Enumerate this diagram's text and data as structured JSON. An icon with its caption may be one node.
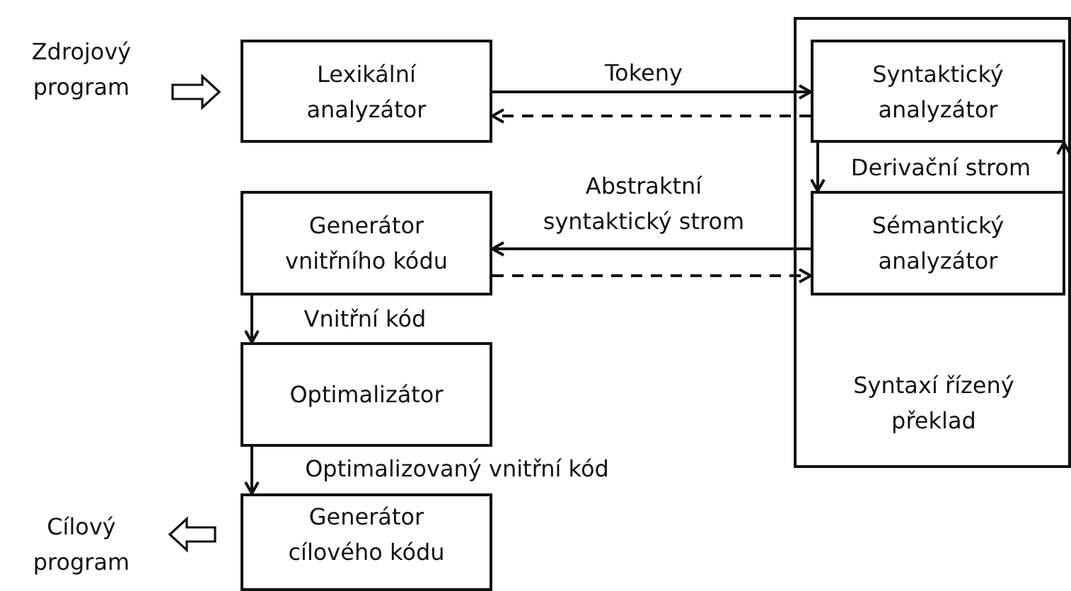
{
  "diagram": {
    "nodes": [
      {
        "text": [
          "Zdrojový program"
        ]
      },
      {
        "text": [
          "Lexikální analyzátor"
        ]
      },
      {
        "text": [
          "Syntaxí řízený překlad"
        ]
      },
      {
        "text": [
          "Syntaktický analyzátor"
        ],
        "in": 2
      },
      {
        "text": [
          "Generátor vnitřního kódu"
        ]
      },
      {
        "text": [
          "Sémantický analyzátor"
        ],
        "in": 2
      },
      {
        "text": [
          "Optimalizátor"
        ]
      },
      {
        "text": [
          "Generátor cílového kódu"
        ]
      },
      {
        "text": [
          "Cílový program"
        ]
      }
    ],
    "edges": [
      {
        "from": 0,
        "to": 1,
        "arrow": "to",
        "style": "thick"
      },
      {
        "from": 1,
        "to": 3,
        "arrow": "to",
        "label": "Tokeny"
      },
      {
        "from": 3,
        "to": 1,
        "arrow": "to",
        "style": "dashed"
      },
      {
        "from": 5,
        "to": 4,
        "arrow": "to",
        "label": "Abstraktní syntaktický strom"
      },
      {
        "from": 4,
        "to": 5,
        "arrow": "to",
        "style": "dashed"
      },
      {
        "from": 3,
        "to": 5,
        "arrow": "to",
        "label": "Derivační strom"
      },
      {
        "from": 5,
        "to": 3,
        "arrow": "to"
      },
      {
        "from": 4,
        "to": 6,
        "arrow": "to",
        "label": "Vnitřní kód"
      },
      {
        "from": 6,
        "to": 7,
        "arrow": "to",
        "label": "Optimalizovaný vnitřní kód"
      },
      {
        "from": 7,
        "to": 8,
        "arrow": "to",
        "style": "thick"
      }
    ]
  }
}
